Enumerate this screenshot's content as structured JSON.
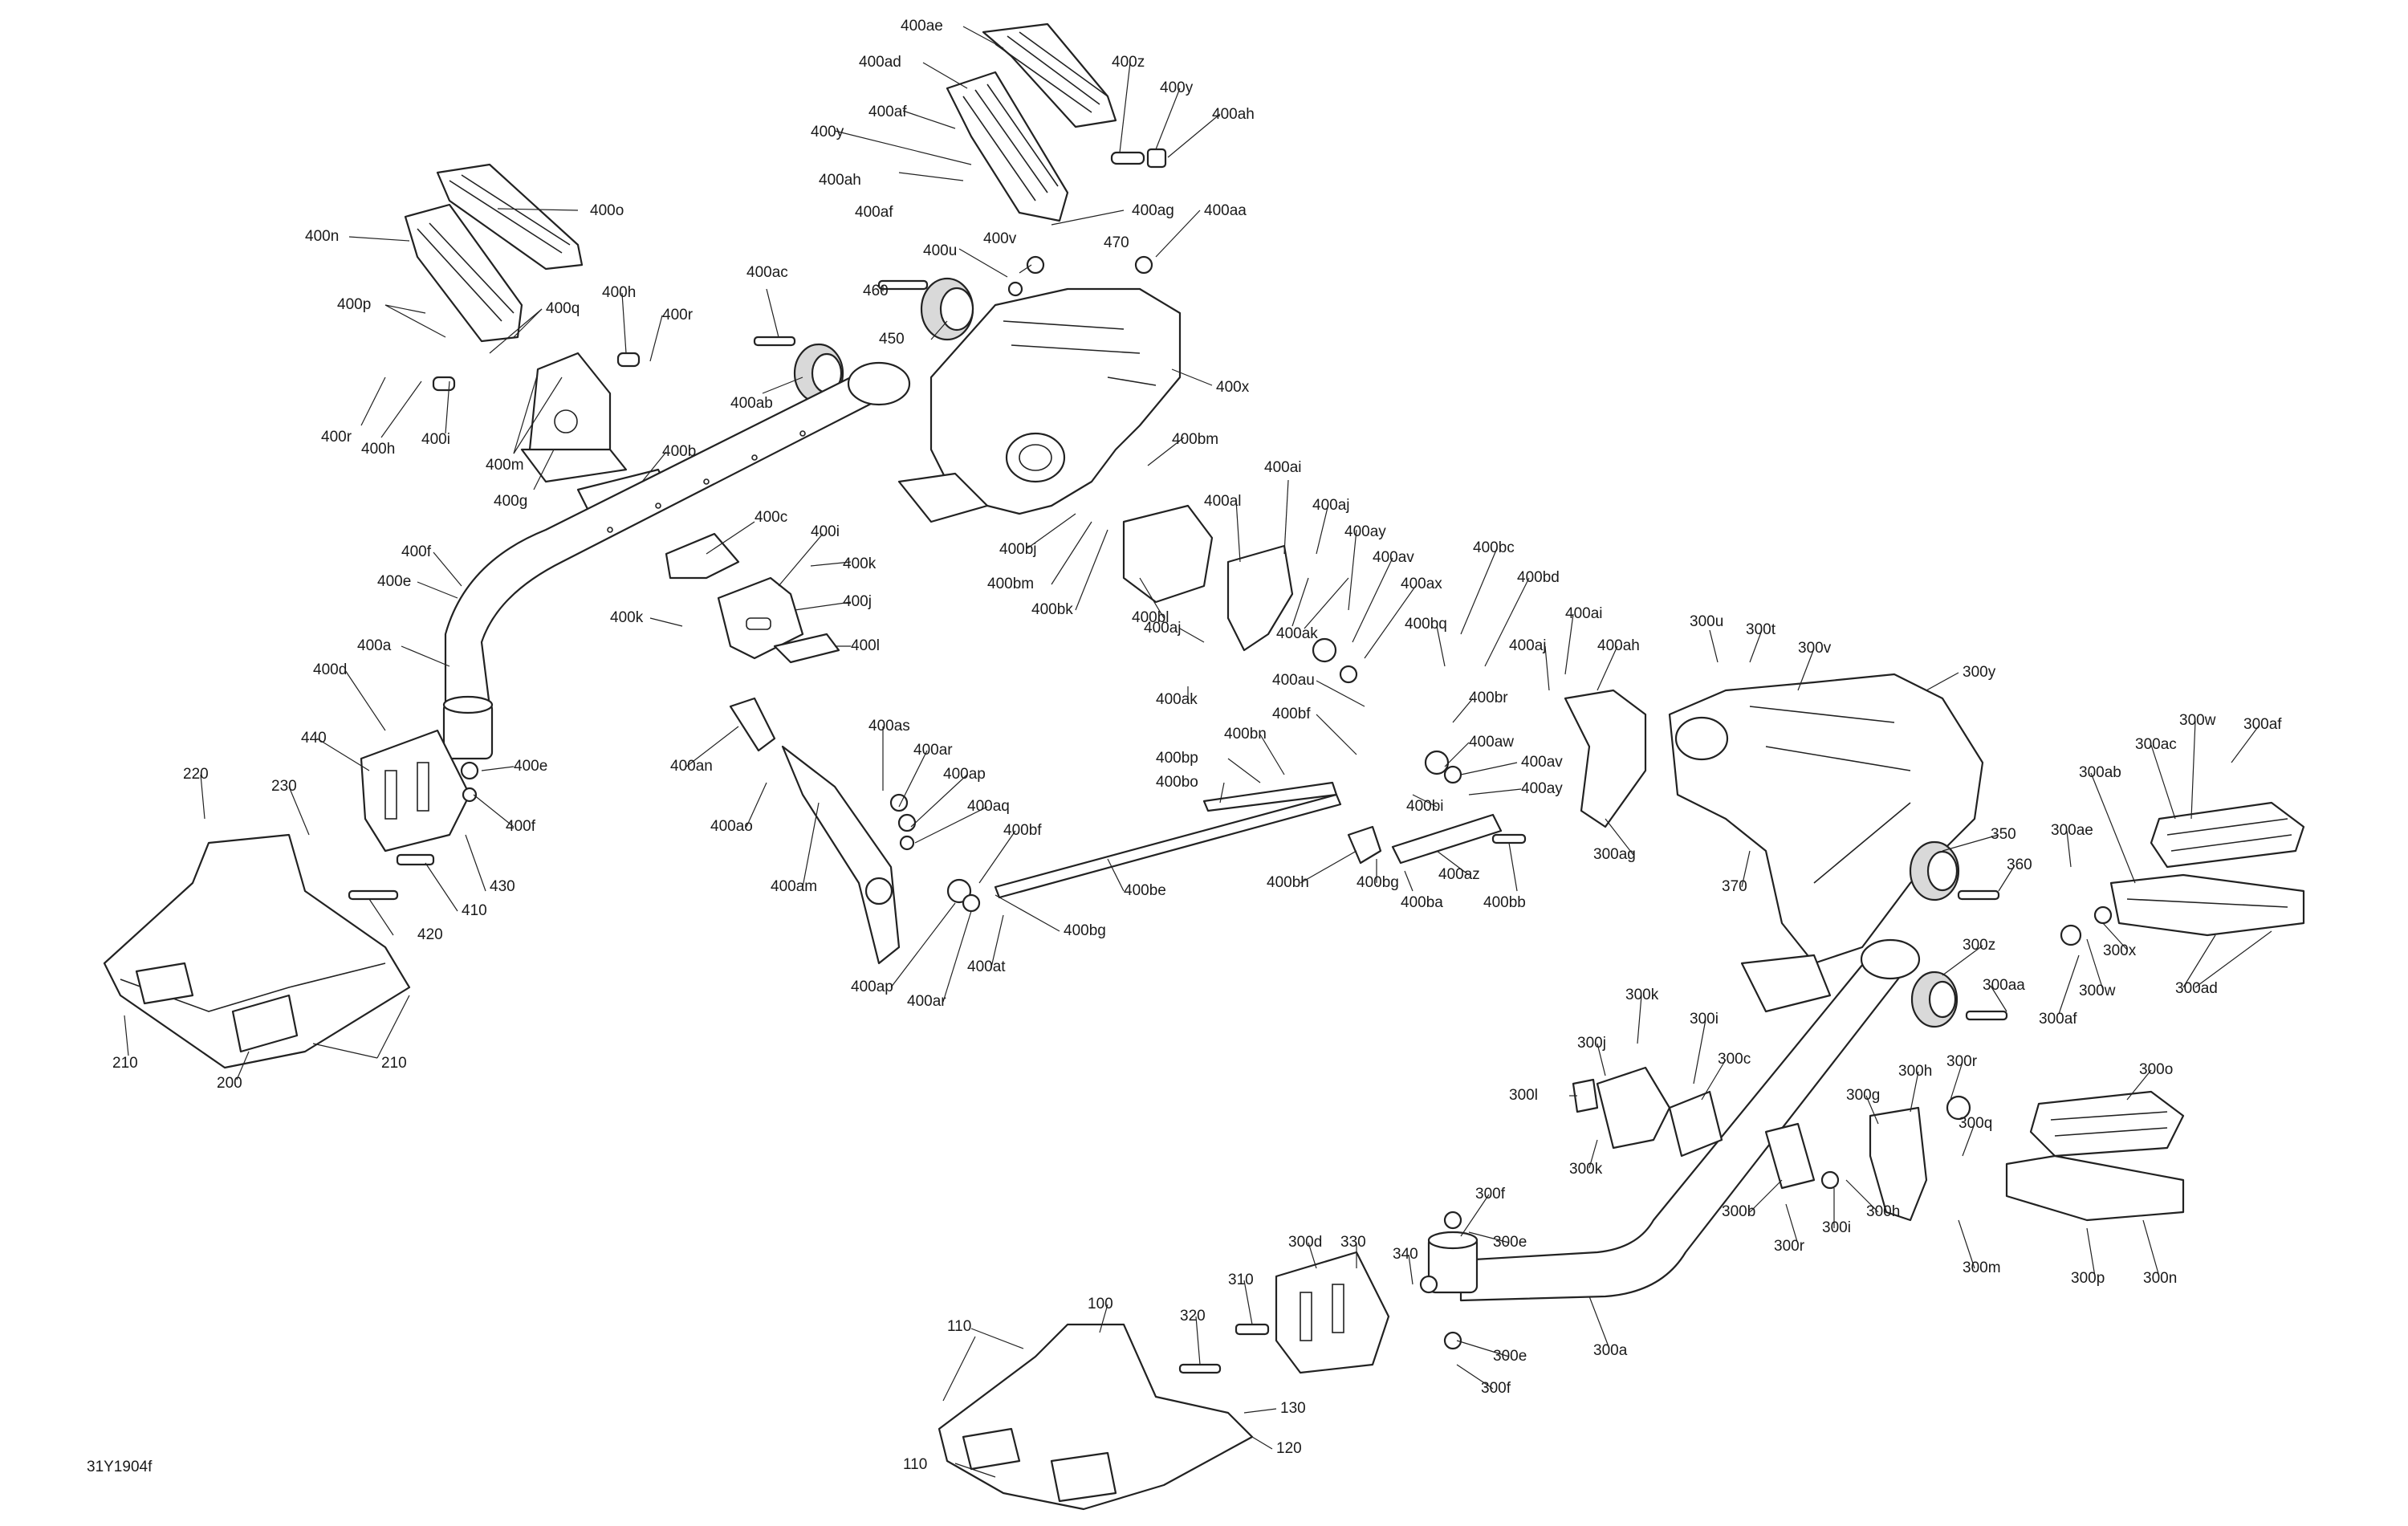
{
  "diagram": {
    "code": "31Y1904f",
    "labels": [
      "400ae",
      "400ad",
      "400z",
      "400y",
      "400ah",
      "400af",
      "400y",
      "400ah",
      "400af",
      "400ag",
      "400aa",
      "400o",
      "400n",
      "400u",
      "400v",
      "470",
      "400ac",
      "460",
      "450",
      "400p",
      "400q",
      "400h",
      "400r",
      "400r",
      "400h",
      "400i",
      "400m",
      "400ab",
      "400x",
      "400g",
      "400b",
      "400bm",
      "400ai",
      "400al",
      "400aj",
      "400ay",
      "400c",
      "400i",
      "400k",
      "400j",
      "400k",
      "400l",
      "400bj",
      "400bm",
      "400bk",
      "400bl",
      "400f",
      "400e",
      "400a",
      "400aj",
      "400ak",
      "400ak",
      "400av",
      "400ax",
      "400bc",
      "400bd",
      "400bq",
      "400ai",
      "400aj",
      "400ah",
      "400d",
      "440",
      "400e",
      "400f",
      "430",
      "220",
      "230",
      "410",
      "420",
      "210",
      "210",
      "200",
      "400au",
      "400bf",
      "400br",
      "400bn",
      "400bp",
      "400bo",
      "400as",
      "400ar",
      "400ap",
      "400aq",
      "400an",
      "400ao",
      "400bf",
      "400am",
      "400be",
      "400bg",
      "400ap",
      "400ar",
      "400at",
      "400aw",
      "400av",
      "400ay",
      "400bi",
      "400bh",
      "400bg",
      "400ba",
      "400az",
      "400bb",
      "300ag",
      "300u",
      "300t",
      "300v",
      "300y",
      "300w",
      "300af",
      "300ac",
      "300ab",
      "300ae",
      "300x",
      "300w",
      "300af",
      "300ad",
      "350",
      "360",
      "370",
      "300z",
      "300aa",
      "300k",
      "300i",
      "300j",
      "300c",
      "300l",
      "300k",
      "300h",
      "300r",
      "300o",
      "300g",
      "300q",
      "300b",
      "300r",
      "300i",
      "300h",
      "300m",
      "300p",
      "300n",
      "300f",
      "300e",
      "300d",
      "330",
      "340",
      "300e",
      "300f",
      "300a",
      "310",
      "320",
      "110",
      "100",
      "130",
      "120",
      "110"
    ]
  }
}
